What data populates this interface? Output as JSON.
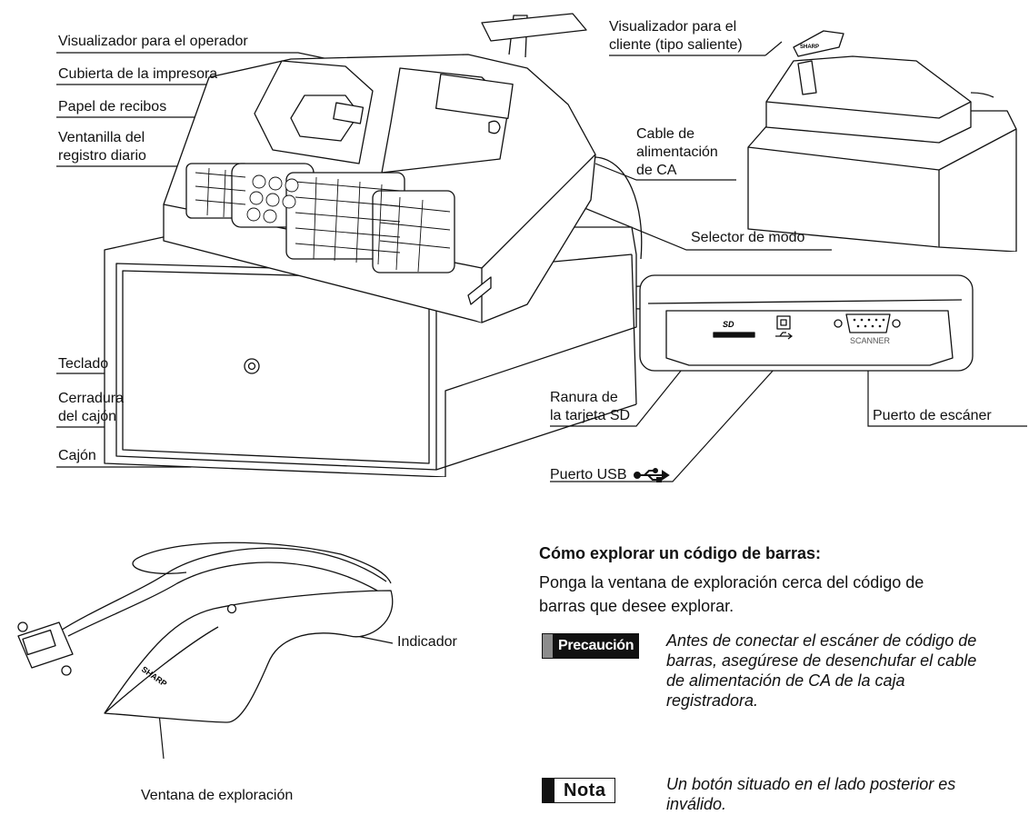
{
  "labels": {
    "operator_display": "Visualizador para el operador",
    "printer_cover": "Cubierta de la impresora",
    "receipt_paper": "Papel de recibos",
    "journal_window_l1": "Ventanilla del",
    "journal_window_l2": "registro diario",
    "customer_display_l1": "Visualizador para el",
    "customer_display_l2": "cliente (tipo saliente)",
    "ac_cord_l1": "Cable de",
    "ac_cord_l2": "alimentación",
    "ac_cord_l3": "de CA",
    "mode_switch": "Selector de modo",
    "keyboard": "Teclado",
    "drawer_lock_l1": "Cerradura",
    "drawer_lock_l2": "del cajón",
    "drawer": "Cajón",
    "sd_slot_l1": "Ranura de",
    "sd_slot_l2": "la tarjeta SD",
    "usb_port": "Puerto USB",
    "scanner_port": "Puerto de escáner",
    "indicator": "Indicador",
    "scan_window": "Ventana de exploración"
  },
  "art_text": {
    "brand": "SHARP",
    "scanner_connector": "SCANNER",
    "sd_logo": "SD"
  },
  "instructions": {
    "heading": "Cómo explorar un código de barras:",
    "body_l1": "Ponga la ventana de exploración cerca del código de",
    "body_l2": "barras que desee explorar."
  },
  "caution": {
    "badge": "Precaución",
    "l1": "Antes de conectar el escáner de código de",
    "l2": "barras, asegúrese de desenchufar el cable",
    "l3": "de alimentación de CA de la caja",
    "l4": "registradora."
  },
  "note": {
    "badge": "Nota",
    "l1": "Un botón situado en el lado posterior es",
    "l2": "inválido."
  }
}
